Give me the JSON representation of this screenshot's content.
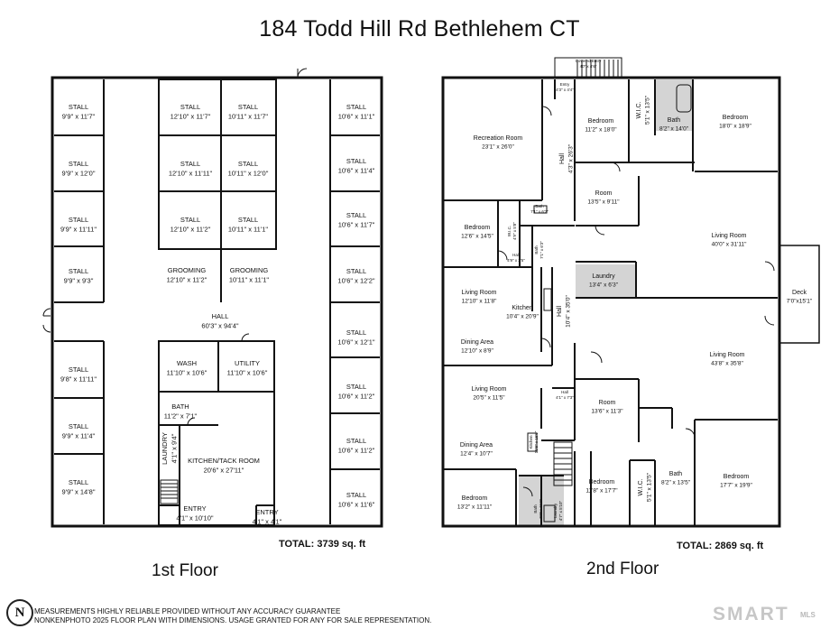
{
  "title": "184 Todd Hill Rd Bethlehem CT",
  "floors": [
    {
      "label": "1st Floor",
      "total": "TOTAL: 3739 sq. ft"
    },
    {
      "label": "2nd Floor",
      "total": "TOTAL: 2869 sq. ft"
    }
  ],
  "rooms_first": [
    {
      "name": "STALL",
      "dim": "9'9\" x 11'7\""
    },
    {
      "name": "STALL",
      "dim": "9'9\" x 12'0\""
    },
    {
      "name": "STALL",
      "dim": "9'9\" x 11'11\""
    },
    {
      "name": "STALL",
      "dim": "9'9\" x 9'3\""
    },
    {
      "name": "STALL",
      "dim": "9'8\" x 11'11\""
    },
    {
      "name": "STALL",
      "dim": "9'9\" x 11'4\""
    },
    {
      "name": "STALL",
      "dim": "9'9\" x 14'8\""
    },
    {
      "name": "STALL",
      "dim": "12'10\" x 11'7\""
    },
    {
      "name": "STALL",
      "dim": "10'11\" x 11'7\""
    },
    {
      "name": "STALL",
      "dim": "12'10\" x 11'11\""
    },
    {
      "name": "STALL",
      "dim": "10'11\" x 12'0\""
    },
    {
      "name": "STALL",
      "dim": "12'10\" x 11'2\""
    },
    {
      "name": "STALL",
      "dim": "10'11\" x 11'1\""
    },
    {
      "name": "GROOMING",
      "dim": "12'10\" x 11'2\""
    },
    {
      "name": "GROOMING",
      "dim": "10'11\" x 11'1\""
    },
    {
      "name": "STALL",
      "dim": "10'6\" x 11'1\""
    },
    {
      "name": "STALL",
      "dim": "10'6\" x 11'4\""
    },
    {
      "name": "STALL",
      "dim": "10'6\" x 11'7\""
    },
    {
      "name": "STALL",
      "dim": "10'6\" x 12'2\""
    },
    {
      "name": "STALL",
      "dim": "10'6\" x 12'1\""
    },
    {
      "name": "STALL",
      "dim": "10'6\" x 11'2\""
    },
    {
      "name": "STALL",
      "dim": "10'6\" x 11'2\""
    },
    {
      "name": "STALL",
      "dim": "10'6\" x 11'6\""
    },
    {
      "name": "HALL",
      "dim": "60'3\" x 94'4\""
    },
    {
      "name": "WASH",
      "dim": "11'10\" x 10'6\""
    },
    {
      "name": "UTILITY",
      "dim": "11'10\" x 10'6\""
    },
    {
      "name": "BATH",
      "dim": "11'2\" x 7'1\""
    },
    {
      "name": "KITCHEN/TACK ROOM",
      "dim": "20'6\" x 27'11\""
    },
    {
      "name": "LAUNDRY",
      "dim": "4'1\" x 9'4\""
    },
    {
      "name": "ENTRY",
      "dim": "4'1\" x 10'10\""
    },
    {
      "name": "ENTRY",
      "dim": "4'1\" x 4'1\""
    }
  ],
  "rooms_second": [
    {
      "name": "Covered Entry",
      "dim": "40\" x 4'6\""
    },
    {
      "name": "Entry",
      "dim": "4'3\" x 4'4\""
    },
    {
      "name": "Recreation Room",
      "dim": "23'1\" x 26'0\""
    },
    {
      "name": "Bedroom",
      "dim": "11'2\" x 18'0\""
    },
    {
      "name": "W.I.C.",
      "dim": "5'1\" x 13'5\""
    },
    {
      "name": "Bath",
      "dim": "8'2\" x 14'0\""
    },
    {
      "name": "Bedroom",
      "dim": "18'0\" x 18'9\""
    },
    {
      "name": "Hall",
      "dim": "4'3\" x 26'3\""
    },
    {
      "name": "Room",
      "dim": "13'5\" x 9'11\""
    },
    {
      "name": "Bath",
      "dim": "7'1\" x 6'3\""
    },
    {
      "name": "Bedroom",
      "dim": "12'6\" x 14'5\""
    },
    {
      "name": "W.I.C.",
      "dim": "4'9\" x 5'8\""
    },
    {
      "name": "Hall",
      "dim": "4'9\" x 3'5\""
    },
    {
      "name": "Bath",
      "dim": "7'1\" x 6'3\""
    },
    {
      "name": "Living Room",
      "dim": "40'0\" x 31'11\""
    },
    {
      "name": "Laundry",
      "dim": "13'4\" x 6'3\""
    },
    {
      "name": "Deck",
      "dim": "7'0\"x15'1\""
    },
    {
      "name": "Living Room",
      "dim": "12'10\" x 11'8\""
    },
    {
      "name": "Kitchen",
      "dim": "10'4\" x 20'9\""
    },
    {
      "name": "Hall",
      "dim": "10'4\" x 35'0\""
    },
    {
      "name": "Dining Area",
      "dim": "12'10\" x 8'9\""
    },
    {
      "name": "Living Room",
      "dim": "43'8\" x 35'8\""
    },
    {
      "name": "Living Room",
      "dim": "20'5\" x 11'5\""
    },
    {
      "name": "Hall",
      "dim": "4'1\" x 7'3\""
    },
    {
      "name": "Room",
      "dim": "13'6\" x 11'3\""
    },
    {
      "name": "Dining Area",
      "dim": "12'4\" x 10'7\""
    },
    {
      "name": "Kitchen",
      "dim": "10'8\" x 15'0\""
    },
    {
      "name": "Bedroom",
      "dim": "11'8\" x 17'7\""
    },
    {
      "name": "W.I.C.",
      "dim": "5'1\" x 13'5\""
    },
    {
      "name": "Bath",
      "dim": "8'2\" x 13'5\""
    },
    {
      "name": "Bedroom",
      "dim": "17'7\" x 19'9\""
    },
    {
      "name": "Bedroom",
      "dim": "13'2\" x 11'11\""
    },
    {
      "name": "Bath",
      "dim": "7'3\" x 11'1\""
    },
    {
      "name": "Laundry",
      "dim": "4'7\" x 5'10\""
    }
  ],
  "disclaimer": {
    "line1": "MEASUREMENTS HIGHLY RELIABLE PROVIDED WITHOUT ANY ACCURACY GUARANTEE",
    "line2": "NONKENPHOTO 2025  FLOOR PLAN WITH DIMENSIONS. USAGE GRANTED FOR ANY FOR SALE REPRESENTATION."
  },
  "logo_letter": "N",
  "brand": "SMART",
  "brand_suffix": "MLS",
  "colors": {
    "wall": "#111111",
    "shaded": "#d4d4d4"
  }
}
